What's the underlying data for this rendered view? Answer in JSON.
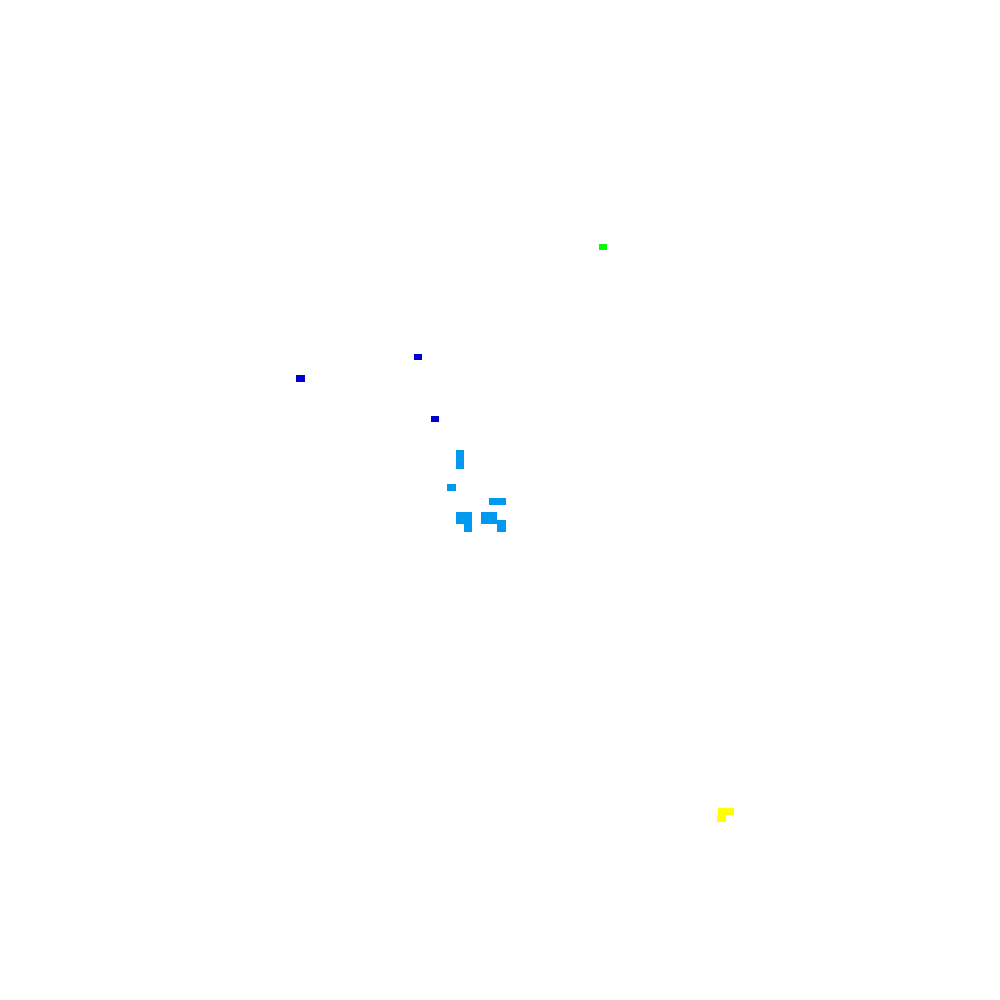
{
  "board": {
    "background": "#ffffff",
    "pixel_groups": [
      {
        "name": "green-cell",
        "color": "#00ff00",
        "cells": [
          [
            599,
            244,
            8,
            6
          ]
        ]
      },
      {
        "name": "blue-cell",
        "color": "#0000cc",
        "cells": [
          [
            414,
            354,
            8,
            6
          ],
          [
            296,
            375,
            9,
            7
          ],
          [
            431,
            416,
            8,
            6
          ]
        ]
      },
      {
        "name": "cyan-cluster",
        "color": "#0099ee",
        "cells": [
          [
            456,
            450,
            8,
            19
          ],
          [
            447,
            484,
            9,
            7
          ],
          [
            489,
            498,
            17,
            7
          ],
          [
            456,
            512,
            16,
            12
          ],
          [
            481,
            512,
            16,
            12
          ],
          [
            464,
            524,
            8,
            8
          ],
          [
            497,
            520,
            9,
            12
          ]
        ]
      },
      {
        "name": "yellow-cell",
        "color": "#ffff00",
        "cells": [
          [
            718,
            808,
            16,
            7
          ],
          [
            717,
            815,
            9,
            7
          ]
        ]
      }
    ]
  }
}
